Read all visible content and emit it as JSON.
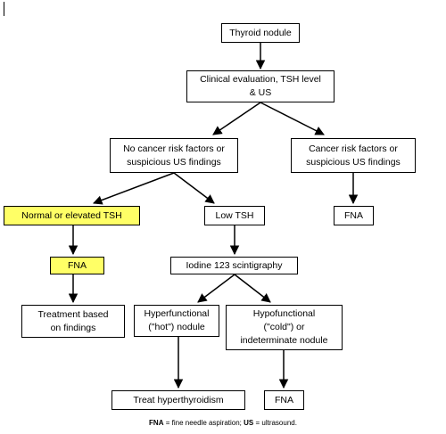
{
  "nodes": {
    "thyroid_nodule": [
      "Thyroid nodule"
    ],
    "clinical_eval": [
      "Clinical evaluation, TSH level",
      "& US"
    ],
    "no_risk": [
      "No cancer risk factors or",
      "suspicious US findings"
    ],
    "risk": [
      "Cancer risk factors or",
      "suspicious US findings"
    ],
    "normal_tsh": [
      "Normal or elevated TSH"
    ],
    "low_tsh": [
      "Low TSH"
    ],
    "fna_right": [
      "FNA"
    ],
    "fna_left": [
      "FNA"
    ],
    "iodine_scan": [
      "Iodine 123 scintigraphy"
    ],
    "treatment": [
      "Treatment based",
      "on findings"
    ],
    "hyper": [
      "Hyperfunctional",
      "(\"hot\") nodule"
    ],
    "hypo": [
      "Hypofunctional",
      "(\"cold\") or",
      "indeterminate nodule"
    ],
    "treat_hyper": [
      "Treat hyperthyroidism"
    ],
    "fna_bottom": [
      "FNA"
    ]
  },
  "highlight_color": "#ffff66",
  "footer": {
    "fna_abbr": "FNA",
    "fna_def": " = fine needle aspiration; ",
    "us_abbr": "US",
    "us_def": " = ultrasound."
  }
}
